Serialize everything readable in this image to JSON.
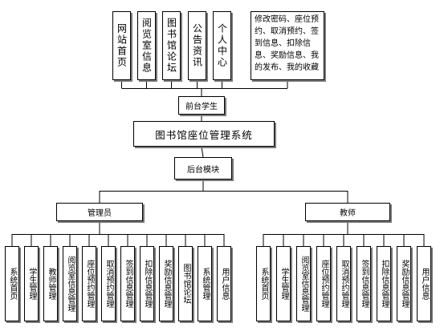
{
  "front": {
    "modules": [
      "网站首页",
      "阅览室信息",
      "图书馆论坛",
      "公告资讯",
      "个人中心"
    ],
    "features": "修改密码、座位预约、取消预约、签到信息、扣除信息、奖励信息、我的发布、我的收藏",
    "label": "前台学生"
  },
  "system_title": "图书馆座位管理系统",
  "back": {
    "label": "后台模块",
    "admin": {
      "label": "管理员",
      "items": [
        "系统首页",
        "学生管理",
        "教师管理",
        "阅览室信息管理",
        "座位预约管理",
        "取消预约管理",
        "签到信息管理",
        "扣除信息管理",
        "奖励信息管理",
        "图书馆论坛",
        "系统管理",
        "用户信息"
      ]
    },
    "teacher": {
      "label": "教师",
      "items": [
        "系统首页",
        "学生管理",
        "阅览室信息管理",
        "座位预约管理",
        "取消预约管理",
        "签到信息管理",
        "扣除信息管理",
        "奖励信息管理",
        "用户信息"
      ]
    }
  }
}
